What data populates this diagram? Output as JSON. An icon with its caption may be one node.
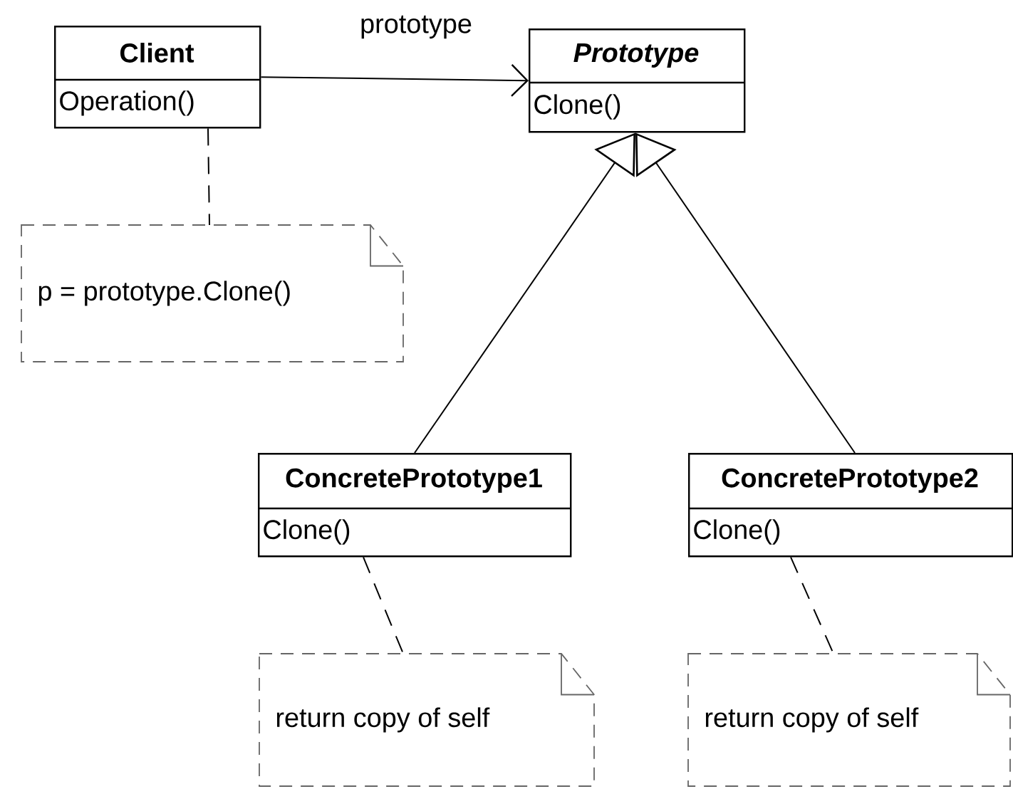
{
  "diagram": {
    "nodes": [
      {
        "text": [
          "Client",
          "Operation()"
        ]
      },
      {
        "text": [
          "Prototype",
          "Clone()"
        ]
      },
      {
        "text": [
          "p = prototype.Clone()"
        ]
      },
      {
        "text": [
          "ConcretePrototype1",
          "Clone()"
        ]
      },
      {
        "text": [
          "ConcretePrototype2",
          "Clone()"
        ]
      },
      {
        "text": [
          "return copy of self"
        ]
      },
      {
        "text": [
          "return copy of self"
        ]
      }
    ],
    "edges": [
      {
        "from": 0,
        "to": 1,
        "arrow": "to",
        "label": "prototype"
      },
      {
        "from": 3,
        "to": 1,
        "arrow": "to"
      },
      {
        "from": 4,
        "to": 1,
        "arrow": "to"
      },
      {
        "from": 0,
        "to": 2,
        "arrow": "none",
        "style": "dashed"
      },
      {
        "from": 3,
        "to": 5,
        "arrow": "none",
        "style": "dashed"
      },
      {
        "from": 4,
        "to": 6,
        "arrow": "none",
        "style": "dashed"
      }
    ]
  }
}
